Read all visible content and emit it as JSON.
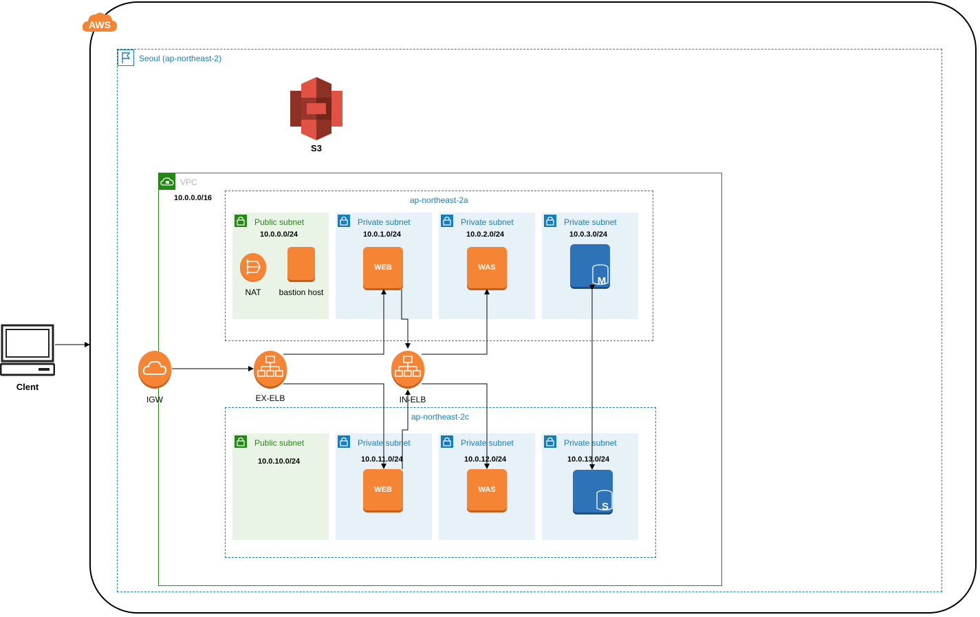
{
  "cloud": {
    "badge": "AWS"
  },
  "region": {
    "label": "Seoul (ap-northeast-2)"
  },
  "s3": {
    "label": "S3"
  },
  "vpc": {
    "label": "VPC",
    "cidr": "10.0.0.0/16"
  },
  "client": {
    "label": "Clent"
  },
  "igw": {
    "label": "IGW"
  },
  "ex_elb": {
    "label": "EX-ELB"
  },
  "in_elb": {
    "label": "IN-ELB"
  },
  "az_a": {
    "label": "ap-northeast-2a",
    "subnets": [
      {
        "type": "Public subnet",
        "cidr": "10.0.0.0/24"
      },
      {
        "type": "Private subnet",
        "cidr": "10.0.1.0/24"
      },
      {
        "type": "Private subnet",
        "cidr": "10.0.2.0/24"
      },
      {
        "type": "Private subnet",
        "cidr": "10.0.3.0/24"
      }
    ],
    "nat": "NAT",
    "bastion": "bastion host",
    "web": "WEB",
    "was": "WAS",
    "db_letter": "M"
  },
  "az_c": {
    "label": "ap-northeast-2c",
    "subnets": [
      {
        "type": "Public subnet",
        "cidr": "10.0.10.0/24"
      },
      {
        "type": "Private subnet",
        "cidr": "10.0.11.0/24"
      },
      {
        "type": "Private subnet",
        "cidr": "10.0.12.0/24"
      },
      {
        "type": "Private subnet",
        "cidr": "10.0.13.0/24"
      }
    ],
    "web": "WEB",
    "was": "WAS",
    "db_letter": "S"
  },
  "colors": {
    "orange": "#f58534",
    "blue": "#147eba",
    "green": "#248814",
    "db_blue": "#2e73b8",
    "s3_red": "#e05243"
  }
}
